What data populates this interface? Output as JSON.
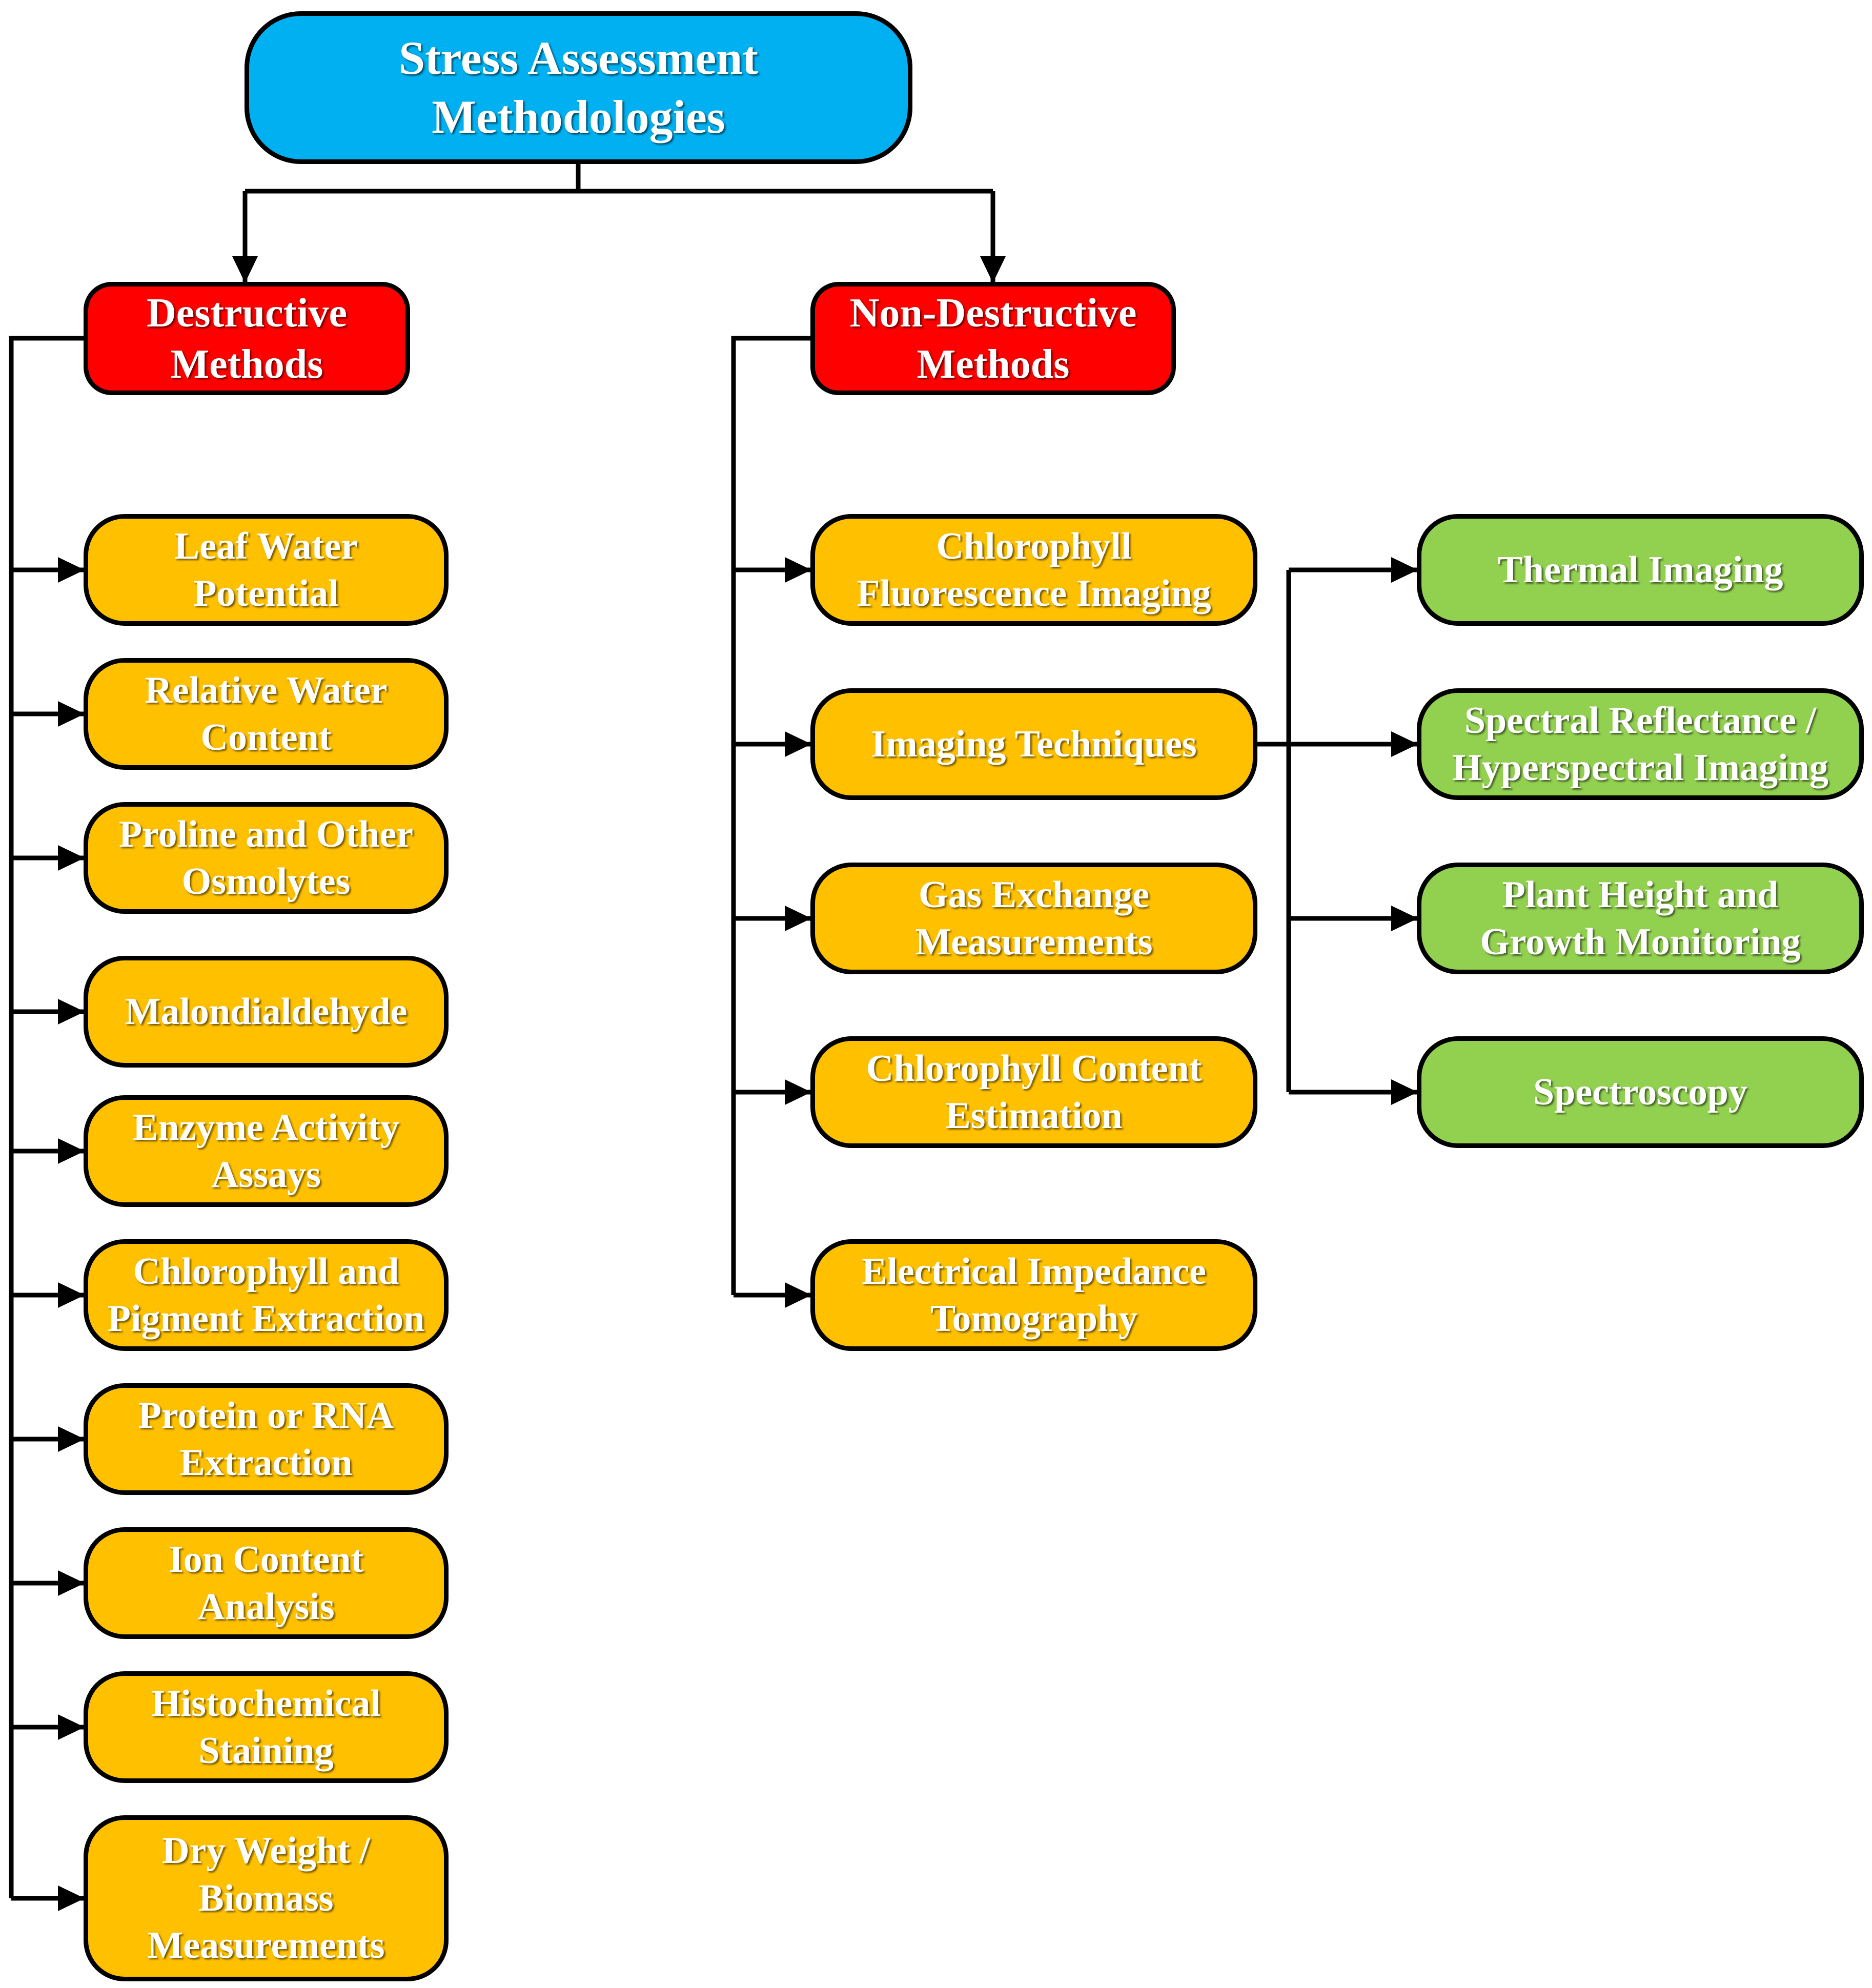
{
  "root": {
    "label": "Stress Assessment\nMethodologies",
    "color": "#00B0F0"
  },
  "destructive": {
    "label": "Destructive\nMethods",
    "color": "#FF0000",
    "item_color": "#FFC000",
    "items": [
      "Leaf Water\nPotential",
      "Relative Water\nContent",
      "Proline and Other\nOsmolytes",
      "Malondialdehyde",
      "Enzyme Activity\nAssays",
      "Chlorophyll and\nPigment Extraction",
      "Protein or RNA\nExtraction",
      "Ion Content\nAnalysis",
      "Histochemical\nStaining",
      "Dry Weight /\nBiomass\nMeasurements"
    ]
  },
  "non_destructive": {
    "label": "Non-Destructive\nMethods",
    "color": "#FF0000",
    "item_color": "#FFC000",
    "items": [
      "Chlorophyll\nFluorescence Imaging",
      "Imaging Techniques",
      "Gas Exchange\nMeasurements",
      "Chlorophyll Content\nEstimation",
      "Electrical Impedance\nTomography"
    ]
  },
  "imaging_techniques": {
    "item_color": "#92D050",
    "items": [
      "Thermal Imaging",
      "Spectral Reflectance /\nHyperspectral Imaging",
      "Plant Height and\nGrowth Monitoring",
      "Spectroscopy"
    ]
  },
  "connector_color": "#000000"
}
